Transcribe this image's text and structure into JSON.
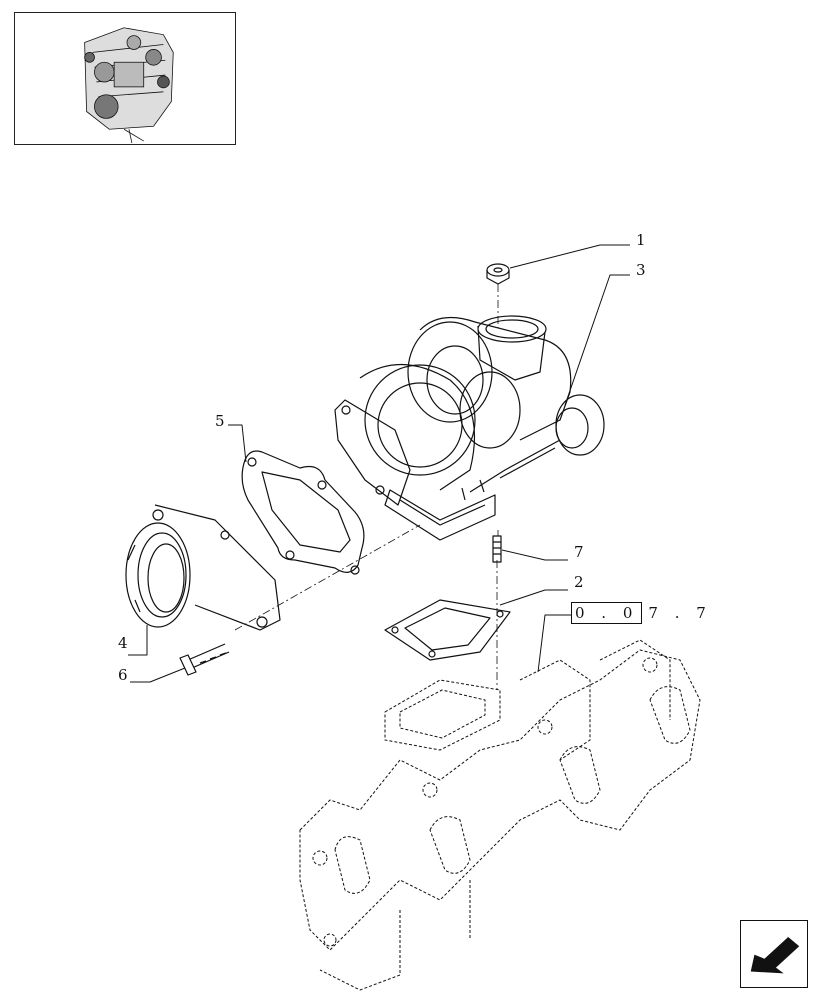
{
  "thumbnail": {
    "icon": "engine-overview-thumbnail"
  },
  "callouts": [
    {
      "id": "1",
      "label": "1"
    },
    {
      "id": "2",
      "label": "2"
    },
    {
      "id": "3",
      "label": "3"
    },
    {
      "id": "4",
      "label": "4"
    },
    {
      "id": "5",
      "label": "5"
    },
    {
      "id": "6",
      "label": "6"
    },
    {
      "id": "7",
      "label": "7"
    }
  ],
  "reference": {
    "boxed": "0 . 0",
    "rest": "7 . 7"
  },
  "nav": {
    "icon": "back-arrow-icon"
  }
}
